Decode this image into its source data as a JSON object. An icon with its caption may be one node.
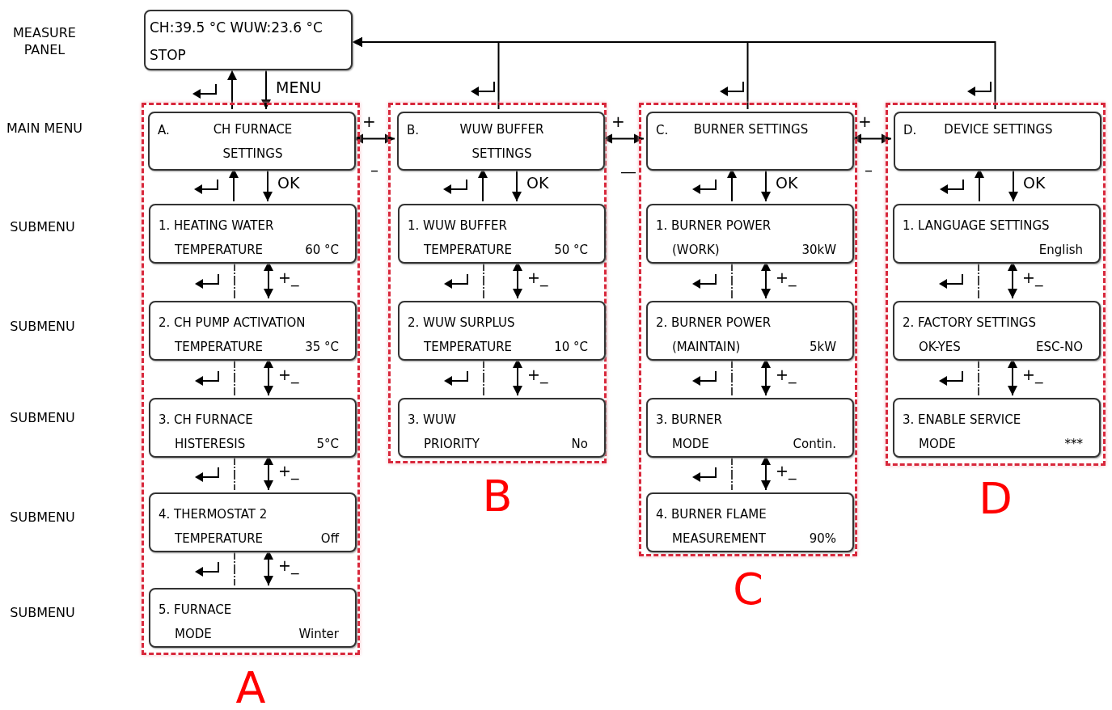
{
  "diagram": {
    "nodes": [
      {
        "text": [
          "CH:39.5 °C WUW:23.6 °C",
          "STOP"
        ]
      },
      {
        "text": [],
        "shape": "box",
        "beside": [
          "A"
        ]
      },
      {
        "text": [
          "A.",
          "CH FURNACE SETTINGS"
        ],
        "in": 1
      },
      {
        "text": [
          "1. HEATING WATER",
          "TEMPERATURE",
          "60 °C"
        ],
        "in": 1
      },
      {
        "text": [
          "2. CH PUMP ACTIVATION",
          "TEMPERATURE",
          "35 °C"
        ],
        "in": 1
      },
      {
        "text": [
          "3. CH FURNACE",
          "HISTERESIS",
          "5°C"
        ],
        "in": 1
      },
      {
        "text": [
          "4. THERMOSTAT 2",
          "TEMPERATURE",
          "Off"
        ],
        "in": 1
      },
      {
        "text": [
          "5. FURNACE",
          "MODE",
          "Winter"
        ],
        "in": 1
      },
      {
        "text": [],
        "shape": "box",
        "beside": [
          "B"
        ]
      },
      {
        "text": [
          "B.",
          "WUW BUFFER SETTINGS"
        ],
        "in": 8
      },
      {
        "text": [
          "1. WUW BUFFER",
          "TEMPERATURE",
          "50 °C"
        ],
        "in": 8
      },
      {
        "text": [
          "2. WUW SURPLUS",
          "TEMPERATURE",
          "10 °C"
        ],
        "in": 8
      },
      {
        "text": [
          "3. WUW",
          "PRIORITY",
          "No"
        ],
        "in": 8
      },
      {
        "text": [],
        "shape": "box",
        "beside": [
          "C"
        ]
      },
      {
        "text": [
          "C.",
          "BURNER SETTINGS"
        ],
        "in": 13
      },
      {
        "text": [
          "1. BURNER POWER",
          "(WORK)",
          "30kW"
        ],
        "in": 13
      },
      {
        "text": [
          "2. BURNER POWER",
          "(MAINTAIN)",
          "5kW"
        ],
        "in": 13
      },
      {
        "text": [
          "3. BURNER",
          "MODE",
          "Contin."
        ],
        "in": 13
      },
      {
        "text": [
          "4. BURNER FLAME",
          "MEASUREMENT",
          "90%"
        ],
        "in": 13
      },
      {
        "text": [],
        "shape": "box",
        "beside": [
          "D"
        ]
      },
      {
        "text": [
          "D.",
          "DEVICE SETTINGS"
        ],
        "in": 19
      },
      {
        "text": [
          "1. LANGUAGE SETTINGS",
          "English"
        ],
        "in": 19
      },
      {
        "text": [
          "2. FACTORY SETTINGS",
          "OK-YES",
          "ESC-NO"
        ],
        "in": 19
      },
      {
        "text": [
          "3. ENABLE SERVICE",
          "MODE",
          "***"
        ],
        "in": 19
      }
    ],
    "edges": [
      {
        "from": 2,
        "to": 0,
        "arrow": "to"
      },
      {
        "from": 0,
        "to": 2,
        "label": "MENU",
        "arrow": "to"
      },
      {
        "from": 9,
        "to": 0,
        "arrow": "to"
      },
      {
        "from": 14,
        "to": 0,
        "arrow": "to"
      },
      {
        "from": 20,
        "to": 0,
        "arrow": "to"
      },
      {
        "from": 2,
        "to": 9,
        "arrow": "both"
      },
      {
        "from": 9,
        "to": 14,
        "arrow": "both"
      },
      {
        "from": 14,
        "to": 20,
        "arrow": "both"
      },
      {
        "from": 3,
        "to": 2,
        "arrow": "to"
      },
      {
        "from": 2,
        "to": 3,
        "label": "OK",
        "arrow": "to"
      },
      {
        "from": 3,
        "to": 4,
        "arrow": "none",
        "style": "dashed"
      },
      {
        "from": 3,
        "to": 4,
        "label": "+_",
        "arrow": "both"
      },
      {
        "from": 4,
        "to": 5,
        "arrow": "none",
        "style": "dashed"
      },
      {
        "from": 4,
        "to": 5,
        "label": "+_",
        "arrow": "both"
      },
      {
        "from": 5,
        "to": 6,
        "arrow": "none",
        "style": "dashed"
      },
      {
        "from": 5,
        "to": 6,
        "label": "+_",
        "arrow": "both"
      },
      {
        "from": 6,
        "to": 7,
        "arrow": "none",
        "style": "dashed"
      },
      {
        "from": 6,
        "to": 7,
        "label": "+_",
        "arrow": "both"
      },
      {
        "from": 10,
        "to": 9,
        "arrow": "to"
      },
      {
        "from": 9,
        "to": 10,
        "label": "OK",
        "arrow": "to"
      },
      {
        "from": 10,
        "to": 11,
        "arrow": "none",
        "style": "dashed"
      },
      {
        "from": 10,
        "to": 11,
        "label": "+_",
        "arrow": "both"
      },
      {
        "from": 11,
        "to": 12,
        "arrow": "none",
        "style": "dashed"
      },
      {
        "from": 11,
        "to": 12,
        "label": "+_",
        "arrow": "both"
      },
      {
        "from": 15,
        "to": 14,
        "arrow": "to"
      },
      {
        "from": 14,
        "to": 15,
        "label": "OK",
        "arrow": "to"
      },
      {
        "from": 15,
        "to": 16,
        "arrow": "none",
        "style": "dashed"
      },
      {
        "from": 15,
        "to": 16,
        "label": "+_",
        "arrow": "both"
      },
      {
        "from": 16,
        "to": 17,
        "arrow": "none",
        "style": "dashed"
      },
      {
        "from": 16,
        "to": 17,
        "label": "+_",
        "arrow": "both"
      },
      {
        "from": 17,
        "to": 18,
        "arrow": "none",
        "style": "dashed"
      },
      {
        "from": 17,
        "to": 18,
        "label": "+_",
        "arrow": "both"
      },
      {
        "from": 21,
        "to": 20,
        "arrow": "to"
      },
      {
        "from": 20,
        "to": 21,
        "label": "OK",
        "arrow": "to"
      },
      {
        "from": 21,
        "to": 22,
        "arrow": "none",
        "style": "dashed"
      },
      {
        "from": 21,
        "to": 22,
        "label": "+_",
        "arrow": "both"
      },
      {
        "from": 22,
        "to": 23,
        "arrow": "none",
        "style": "dashed"
      },
      {
        "from": 22,
        "to": 23,
        "label": "+_",
        "arrow": "both"
      }
    ],
    "labels": [
      "MEASURE PANEL",
      "MAIN MENU",
      "SUBMENU",
      "SUBMENU",
      "SUBMENU",
      "SUBMENU",
      "SUBMENU",
      "+",
      "–",
      "+",
      "—",
      "+",
      "–"
    ]
  }
}
